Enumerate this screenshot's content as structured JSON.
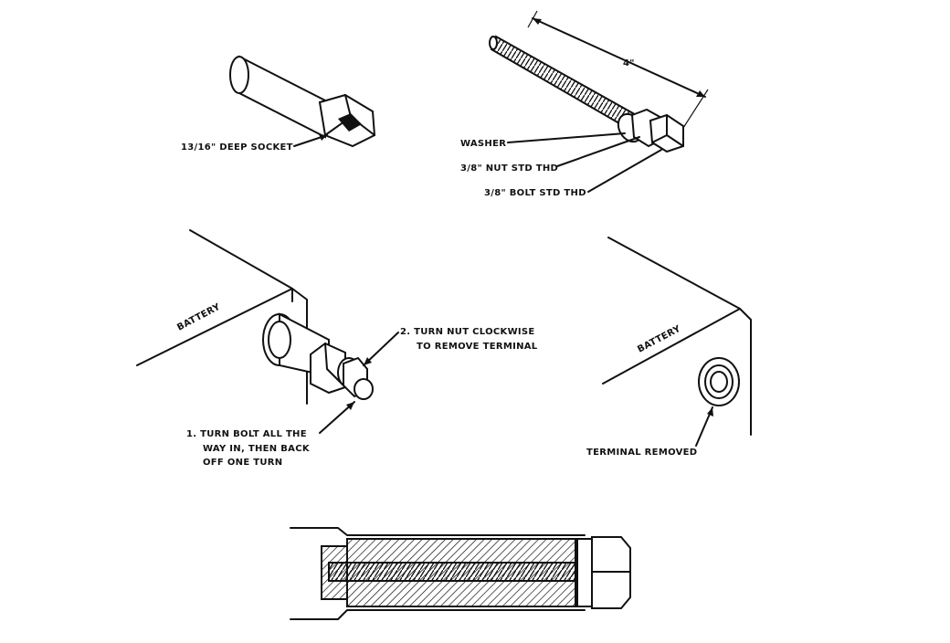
{
  "labels": {
    "deep_socket": "13/16\" DEEP SOCKET",
    "length": "4\"",
    "washer": "WASHER",
    "nut": "3/8\" NUT STD THD",
    "bolt": "3/8\" BOLT STD THD",
    "battery_left": "BATTERY",
    "battery_right": "BATTERY",
    "step2_line1": "2. TURN NUT CLOCKWISE",
    "step2_line2": "TO REMOVE TERMINAL",
    "step1_line1": "1. TURN BOLT ALL THE",
    "step1_line2": "WAY IN, THEN BACK",
    "step1_line3": "OFF ONE TURN",
    "terminal_removed": "TERMINAL REMOVED"
  }
}
